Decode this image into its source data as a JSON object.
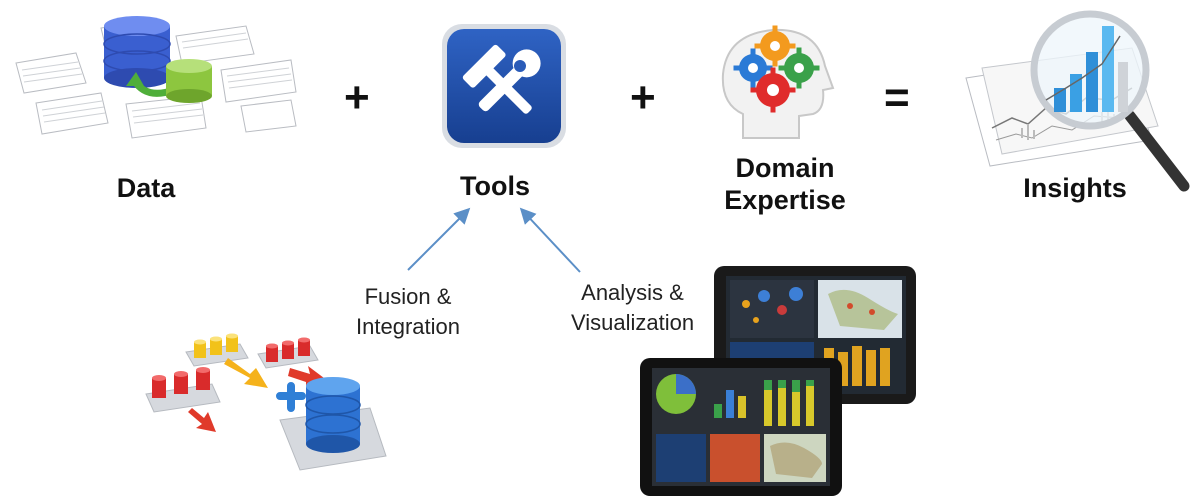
{
  "equation": {
    "data_label": "Data",
    "tools_label": "Tools",
    "domain_line1": "Domain",
    "domain_line2": "Expertise",
    "insights_label": "Insights",
    "plus1": "+",
    "plus2": "+",
    "equals": "="
  },
  "subprocesses": {
    "fusion_line1": "Fusion &",
    "fusion_line2": "Integration",
    "analysis_line1": "Analysis &",
    "analysis_line2": "Visualization"
  },
  "colors": {
    "arrow": "#5b8fc7",
    "tools_tile": "#1f4fa3",
    "database_blue": "#2f6fd6",
    "database_green": "#8dc63f",
    "gear_orange": "#f39a1e",
    "gear_blue": "#2a7ad6",
    "gear_green": "#3aa14a",
    "gear_red": "#e02b2b"
  }
}
